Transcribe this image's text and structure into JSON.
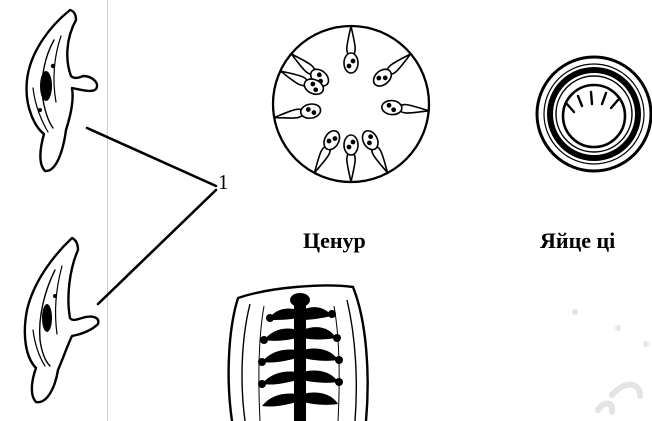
{
  "labels": {
    "pointer_number": "1",
    "cenurus": "Ценур",
    "egg": "Яйце ці"
  },
  "colors": {
    "ink": "#000000",
    "background": "#ffffff",
    "divider": "#d0d0d0"
  }
}
